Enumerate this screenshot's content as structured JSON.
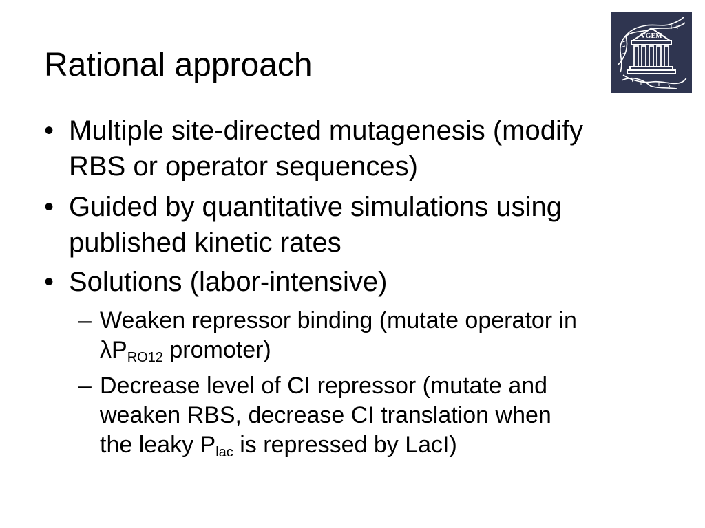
{
  "slide": {
    "title": "Rational approach",
    "logo_text": "VGEM",
    "bullets": [
      {
        "marker": "•",
        "lines": [
          "Multiple site-directed mutagenesis (modify",
          "RBS or operator sequences)"
        ]
      },
      {
        "marker": "•",
        "lines": [
          "Guided by quantitative simulations using",
          "published kinetic rates"
        ]
      },
      {
        "marker": "•",
        "lines": [
          "Solutions (labor-intensive)"
        ]
      }
    ],
    "sub_bullets": [
      {
        "marker": "–",
        "line1": "Weaken repressor binding (mutate operator in",
        "line2_pre": "λP",
        "line2_sub": "RO12",
        "line2_post": " promoter)"
      },
      {
        "marker": "–",
        "line1": "Decrease level of CI repressor (mutate and",
        "line2": "weaken RBS, decrease CI translation when",
        "line3_pre": "the leaky P",
        "line3_sub": "lac",
        "line3_post": " is repressed by LacI)"
      }
    ]
  },
  "colors": {
    "text": "#000000",
    "background": "#ffffff",
    "logo_background": "#2f3550",
    "logo_foreground": "#ffffff"
  },
  "icons": {
    "logo": "vgem-temple-dna-logo"
  }
}
